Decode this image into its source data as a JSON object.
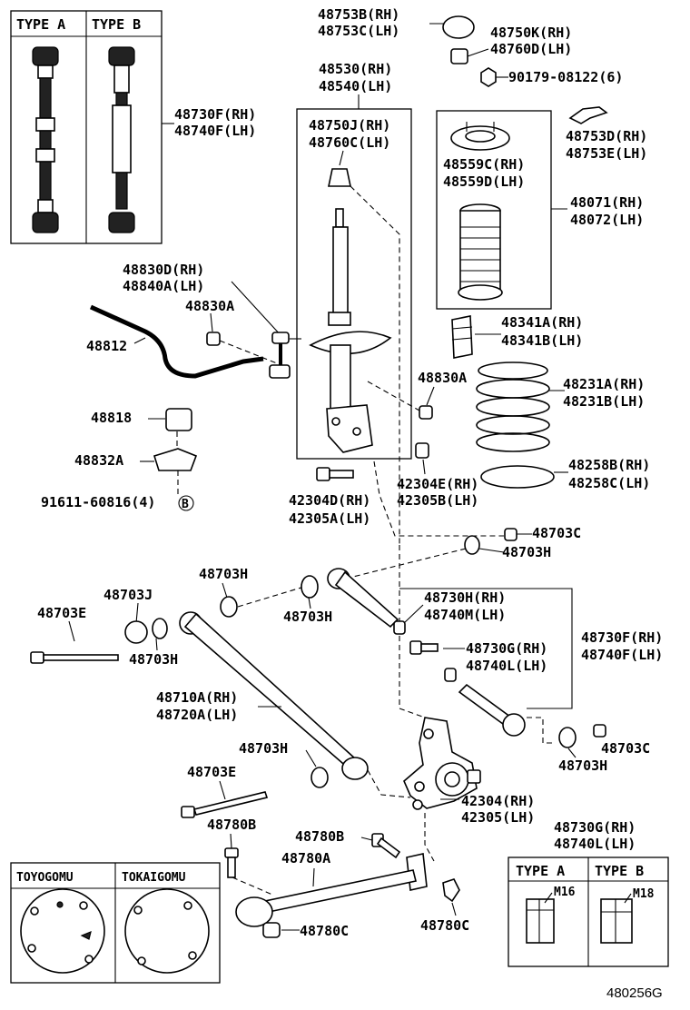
{
  "labels": {
    "l48753b": "48753B(RH)",
    "l48753c": "48753C(LH)",
    "l48750k": "48750K(RH)",
    "l48760d": "48760D(LH)",
    "l90179": "90179-08122(6)",
    "l48530": "48530(RH)",
    "l48540": "48540(LH)",
    "l48750j": "48750J(RH)",
    "l48760c": "48760C(LH)",
    "l48730f": "48730F(RH)",
    "l48740f": "48740F(LH)",
    "l48753d": "48753D(RH)",
    "l48753e": "48753E(LH)",
    "l48559c": "48559C(RH)",
    "l48559d": "48559D(LH)",
    "l48071": "48071(RH)",
    "l48072": "48072(LH)",
    "l48830d": "48830D(RH)",
    "l48840a": "48840A(LH)",
    "l48830a": "48830A",
    "l48812": "48812",
    "l48341a": "48341A(RH)",
    "l48341b": "48341B(LH)",
    "l48830a2": "48830A",
    "l48231a": "48231A(RH)",
    "l48231b": "48231B(LH)",
    "l48818": "48818",
    "l48832a": "48832A",
    "l42304e": "42304E(RH)",
    "l42305b": "42305B(LH)",
    "l48258b": "48258B(RH)",
    "l48258c": "48258C(LH)",
    "l91611": "91611-60816(4)",
    "l91611b": "B",
    "l42304d": "42304D(RH)",
    "l42305a": "42305A(LH)",
    "l48703c": "48703C",
    "l48703h_a": "48703H",
    "l48703h_b": "48703H",
    "l48703h_c": "48703H",
    "l48703j": "48703J",
    "l48703e": "48703E",
    "l48730h": "48730H(RH)",
    "l48740m": "48740M(LH)",
    "l48730f2": "48730F(RH)",
    "l48740f2": "48740F(LH)",
    "l48703h_d": "48703H",
    "l48730g": "48730G(RH)",
    "l48740l": "48740L(LH)",
    "l48710a": "48710A(RH)",
    "l48720a": "48720A(LH)",
    "l48703h_e": "48703H",
    "l48703c2": "48703C",
    "l48703h_f": "48703H",
    "l48703e2": "48703E",
    "l42304": "42304(RH)",
    "l42305": "42305(LH)",
    "l48780b": "48780B",
    "l48780b2": "48780B",
    "l48730g2": "48730G(RH)",
    "l48740l2": "48740L(LH)",
    "l48780a": "48780A",
    "l48780c": "48780C",
    "l48780c2": "48780C",
    "diagram_code": "480256G"
  },
  "inset_type_top": {
    "type_a": "TYPE A",
    "type_b": "TYPE B"
  },
  "inset_bushing": {
    "toyogomu": "TOYOGOMU",
    "tokaigomu": "TOKAIGOMU"
  },
  "inset_nut": {
    "type_a": "TYPE A",
    "type_b": "TYPE B",
    "m16": "M16",
    "m18": "M18"
  }
}
